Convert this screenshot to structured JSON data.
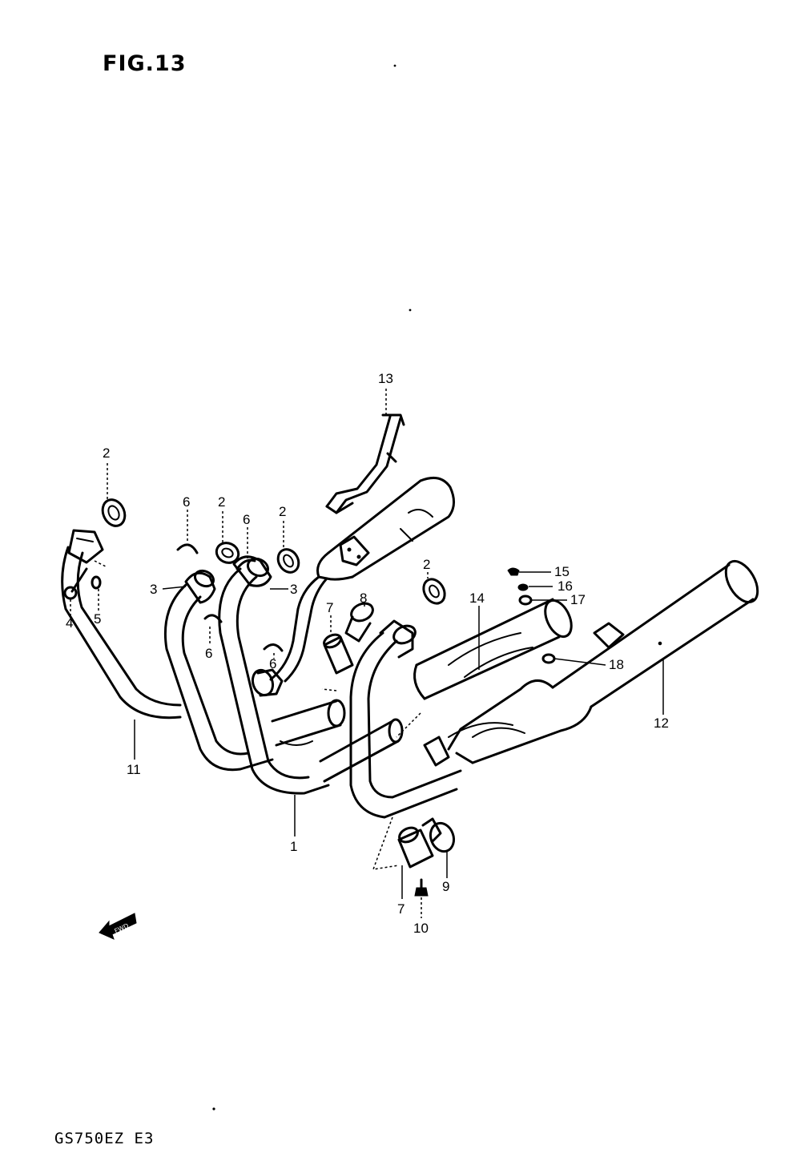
{
  "figure": {
    "title": "FIG.13",
    "model_code": "GS750EZ E3"
  },
  "fwd_arrow": {
    "label": "FWD"
  },
  "callouts": [
    {
      "id": "c13",
      "text": "13"
    },
    {
      "id": "c2a",
      "text": "2"
    },
    {
      "id": "c6a",
      "text": "6"
    },
    {
      "id": "c2b",
      "text": "2"
    },
    {
      "id": "c6b",
      "text": "6"
    },
    {
      "id": "c2c",
      "text": "2"
    },
    {
      "id": "c3a",
      "text": "3"
    },
    {
      "id": "c3b",
      "text": "3"
    },
    {
      "id": "c5",
      "text": "5"
    },
    {
      "id": "c4",
      "text": "4"
    },
    {
      "id": "c6c",
      "text": "6"
    },
    {
      "id": "c6d",
      "text": "6"
    },
    {
      "id": "c7a",
      "text": "7"
    },
    {
      "id": "c8",
      "text": "8"
    },
    {
      "id": "c2d",
      "text": "2"
    },
    {
      "id": "c14",
      "text": "14"
    },
    {
      "id": "c15",
      "text": "15"
    },
    {
      "id": "c16",
      "text": "16"
    },
    {
      "id": "c17",
      "text": "17"
    },
    {
      "id": "c18",
      "text": "18"
    },
    {
      "id": "c12",
      "text": "12"
    },
    {
      "id": "c11",
      "text": "11"
    },
    {
      "id": "c1",
      "text": "1"
    },
    {
      "id": "c9",
      "text": "9"
    },
    {
      "id": "c7b",
      "text": "7"
    },
    {
      "id": "c10",
      "text": "10"
    }
  ]
}
